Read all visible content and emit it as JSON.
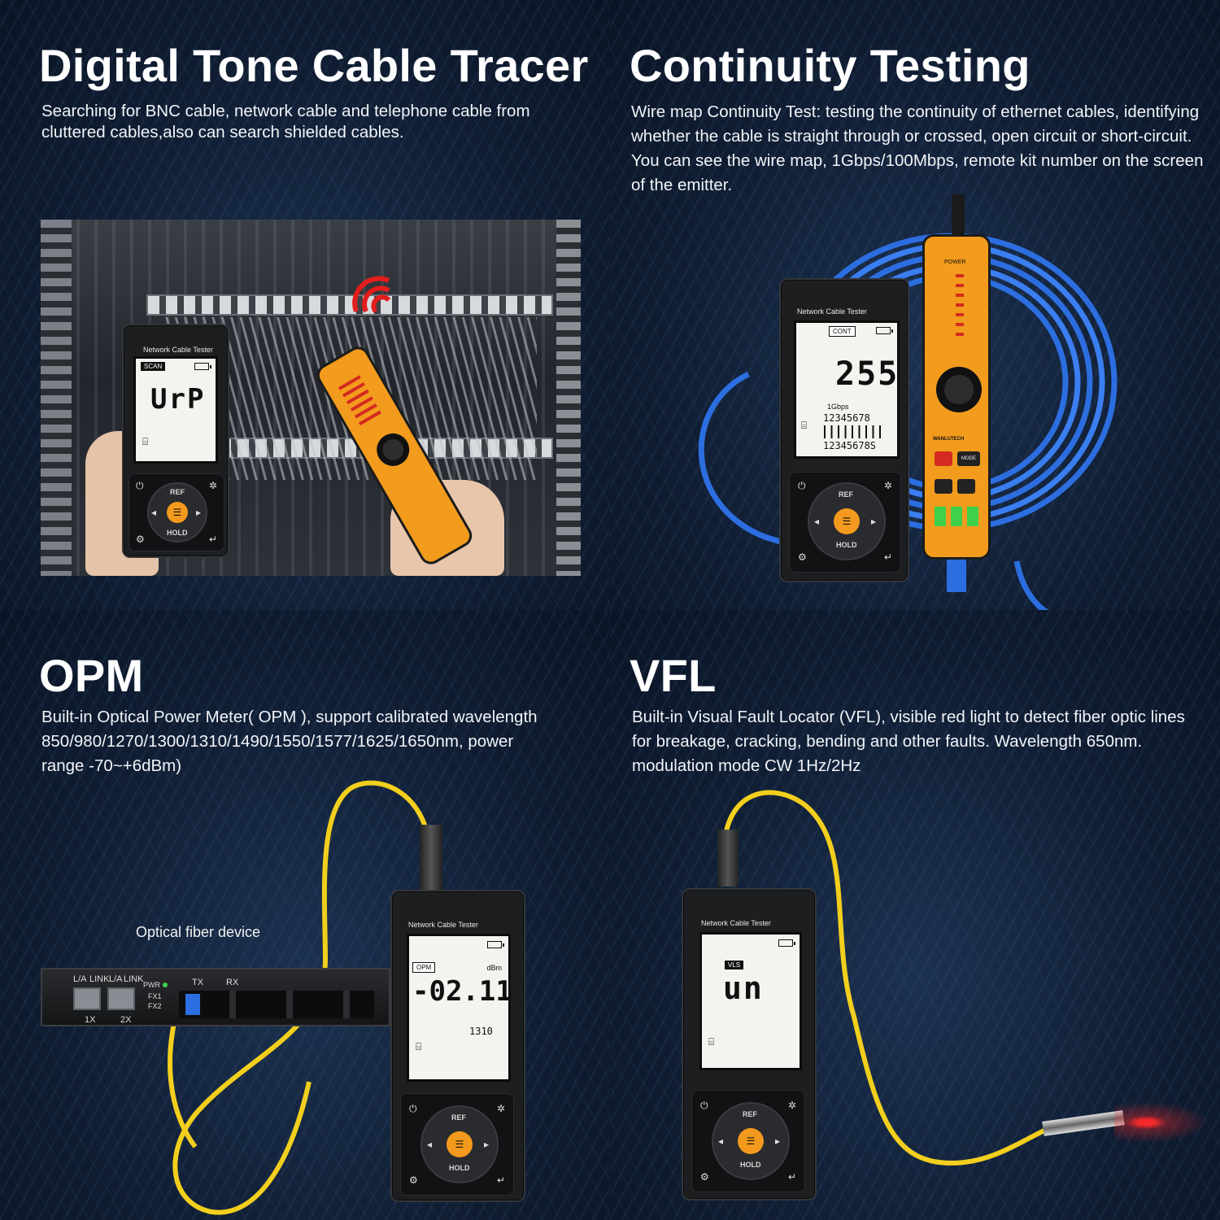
{
  "panels": {
    "tone_tracer": {
      "title": "Digital Tone Cable Tracer",
      "description": "Searching for BNC cable, network cable and telephone cable from cluttered cables,also can search shielded cables.",
      "device": {
        "header": "Network Cable Tester",
        "mode_tag": "SCAN",
        "reading": "UrP",
        "key_ref": "REF",
        "key_hold": "HOLD"
      }
    },
    "continuity": {
      "title": "Continuity Testing",
      "description": "Wire map Continuity Test: testing the continuity of ethernet cables, identifying whether the cable is straight through or crossed, open circuit or short-circuit. You can see the wire map, 1Gbps/100Mbps, remote kit number on the screen of the emitter.",
      "device": {
        "header": "Network Cable Tester",
        "mode_tag": "CONT",
        "reading": "255",
        "speed": "1Gbps",
        "map_top": "12345678",
        "map_bottom": "12345678S",
        "key_ref": "REF",
        "key_hold": "HOLD"
      },
      "probe": {
        "power_label": "POWER",
        "brand": "WANLUTECH",
        "mode_label": "MODE"
      }
    },
    "opm": {
      "title": "OPM",
      "description": "Built-in Optical Power Meter( OPM ), support calibrated wavelength 850/980/1270/1300/1310/1490/1550/1577/1625/1650nm, power range -70~+6dBm)",
      "fiber_device_caption": "Optical fiber device",
      "fiber_device": {
        "port1": "1X",
        "port2": "2X",
        "l1": "L/A",
        "l2": "LINK",
        "l3": "L/A",
        "l4": "LINK",
        "pwr": "PWR",
        "fx1": "FX1",
        "fx2": "FX2",
        "tx": "TX",
        "rx": "RX"
      },
      "device": {
        "header": "Network Cable Tester",
        "mode_tag": "OPM",
        "unit": "dBm",
        "reading": "-02.11",
        "wavelength": "1310",
        "key_ref": "REF",
        "key_hold": "HOLD"
      }
    },
    "vfl": {
      "title": "VFL",
      "description": "Built-in Visual Fault Locator (VFL), visible red light to detect fiber optic lines for breakage, cracking, bending and other faults. Wavelength 650nm. modulation mode CW 1Hz/2Hz",
      "device": {
        "header": "Network Cable Tester",
        "mode_tag": "VLS",
        "reading": "un",
        "key_ref": "REF",
        "key_hold": "HOLD"
      }
    }
  },
  "colors": {
    "accent_orange": "#f39a1e",
    "cable_blue": "#2c6ee0",
    "fiber_yellow": "#f2cf1d",
    "laser_red": "#ff2a2a",
    "background": "#0f1c31"
  }
}
